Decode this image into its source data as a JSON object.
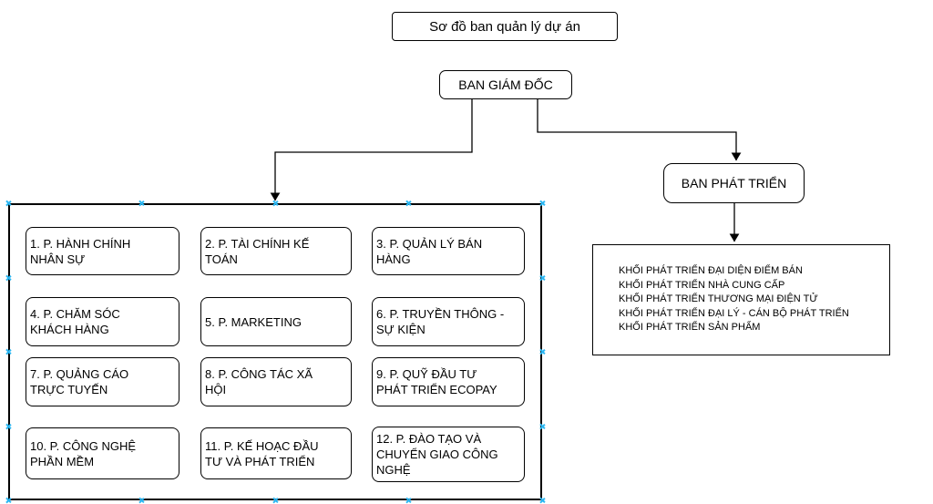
{
  "diagram": {
    "title": "Sơ đồ ban quản lý dự án",
    "director": "BAN GIÁM ĐỐC",
    "development": "BAN PHÁT TRIỂN",
    "development_units": [
      "KHỐI PHÁT TRIỂN ĐẠI DIỆN ĐIỂM BÁN",
      "KHỐI PHÁT TRIỂN NHÀ CUNG CẤP",
      "KHỐI PHÁT TRIỂN THƯƠNG MẠI ĐIỆN TỬ",
      "KHỐI PHÁT TRIỂN ĐẠI LÝ - CÁN BỘ PHÁT TRIỂN",
      "KHỐI PHÁT TRIỂN SẢN PHẨM"
    ],
    "departments": [
      "1. P. HÀNH CHÍNH NHÂN SỰ",
      "2. P. TÀI CHÍNH KẾ TOÁN",
      "3. P. QUẢN LÝ BÁN HÀNG",
      "4. P. CHĂM SÓC KHÁCH HÀNG",
      "5. P. MARKETING",
      "6. P. TRUYỀN THÔNG - SỰ KIỆN",
      "7. P. QUẢNG CÁO TRỰC TUYẾN",
      "8. P. CÔNG TÁC XÃ HỘI",
      "9. P. QUỸ ĐẦU TƯ PHÁT TRIỂN ECOPAY",
      "10. P. CÔNG NGHỆ PHẦN MỀM",
      "11. P. KẾ HOẠC ĐẦU TƯ VÀ PHÁT TRIỂN",
      "12. P. ĐÀO TẠO VÀ CHUYỂN GIAO CÔNG NGHỆ"
    ]
  },
  "colors": {
    "stroke": "#000000",
    "background": "#ffffff",
    "connection_handle": "#29b6f2"
  }
}
